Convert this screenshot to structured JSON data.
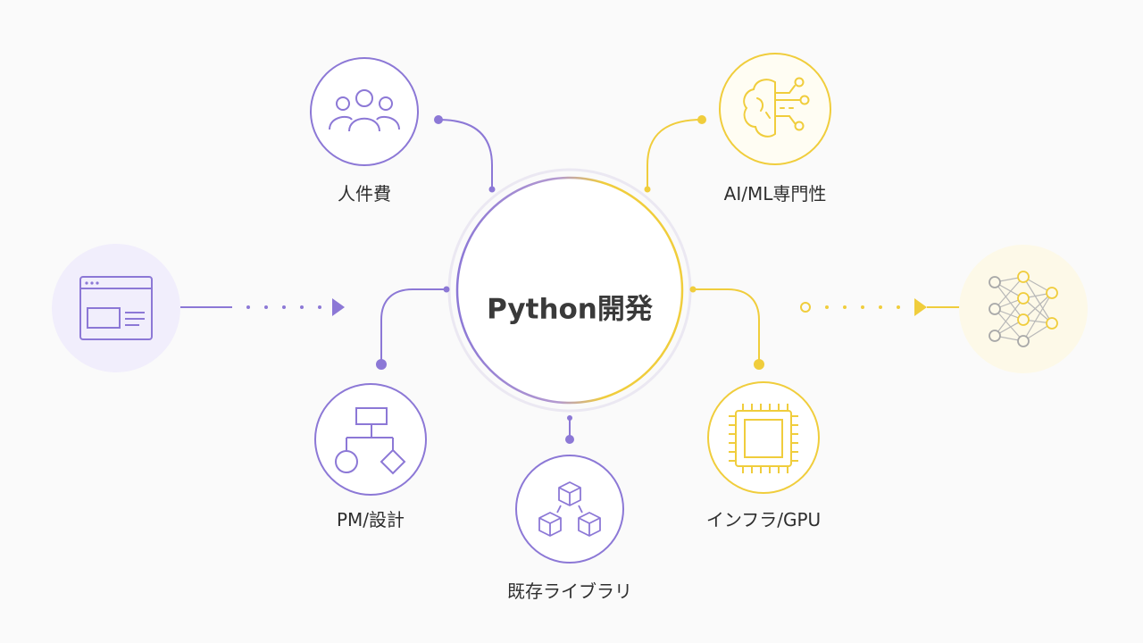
{
  "center": {
    "title": "Python開発"
  },
  "nodes": {
    "personnel": {
      "label": "人件費",
      "icon": "people-icon"
    },
    "pm_design": {
      "label": "PM/設計",
      "icon": "flowchart-icon"
    },
    "libraries": {
      "label": "既存ライブラリ",
      "icon": "cubes-icon"
    },
    "ai_ml": {
      "label": "AI/ML専門性",
      "icon": "brain-circuit-icon"
    },
    "infra": {
      "label": "インフラ/GPU",
      "icon": "cpu-chip-icon"
    }
  },
  "input": {
    "icon": "browser-window-icon"
  },
  "output": {
    "icon": "neural-network-icon"
  },
  "colors": {
    "purple": "#8c78d6",
    "yellow": "#f0cd3c",
    "purple_bg": "#f1eefc",
    "yellow_bg": "#fdf9e8",
    "text": "#2e2e2e"
  }
}
